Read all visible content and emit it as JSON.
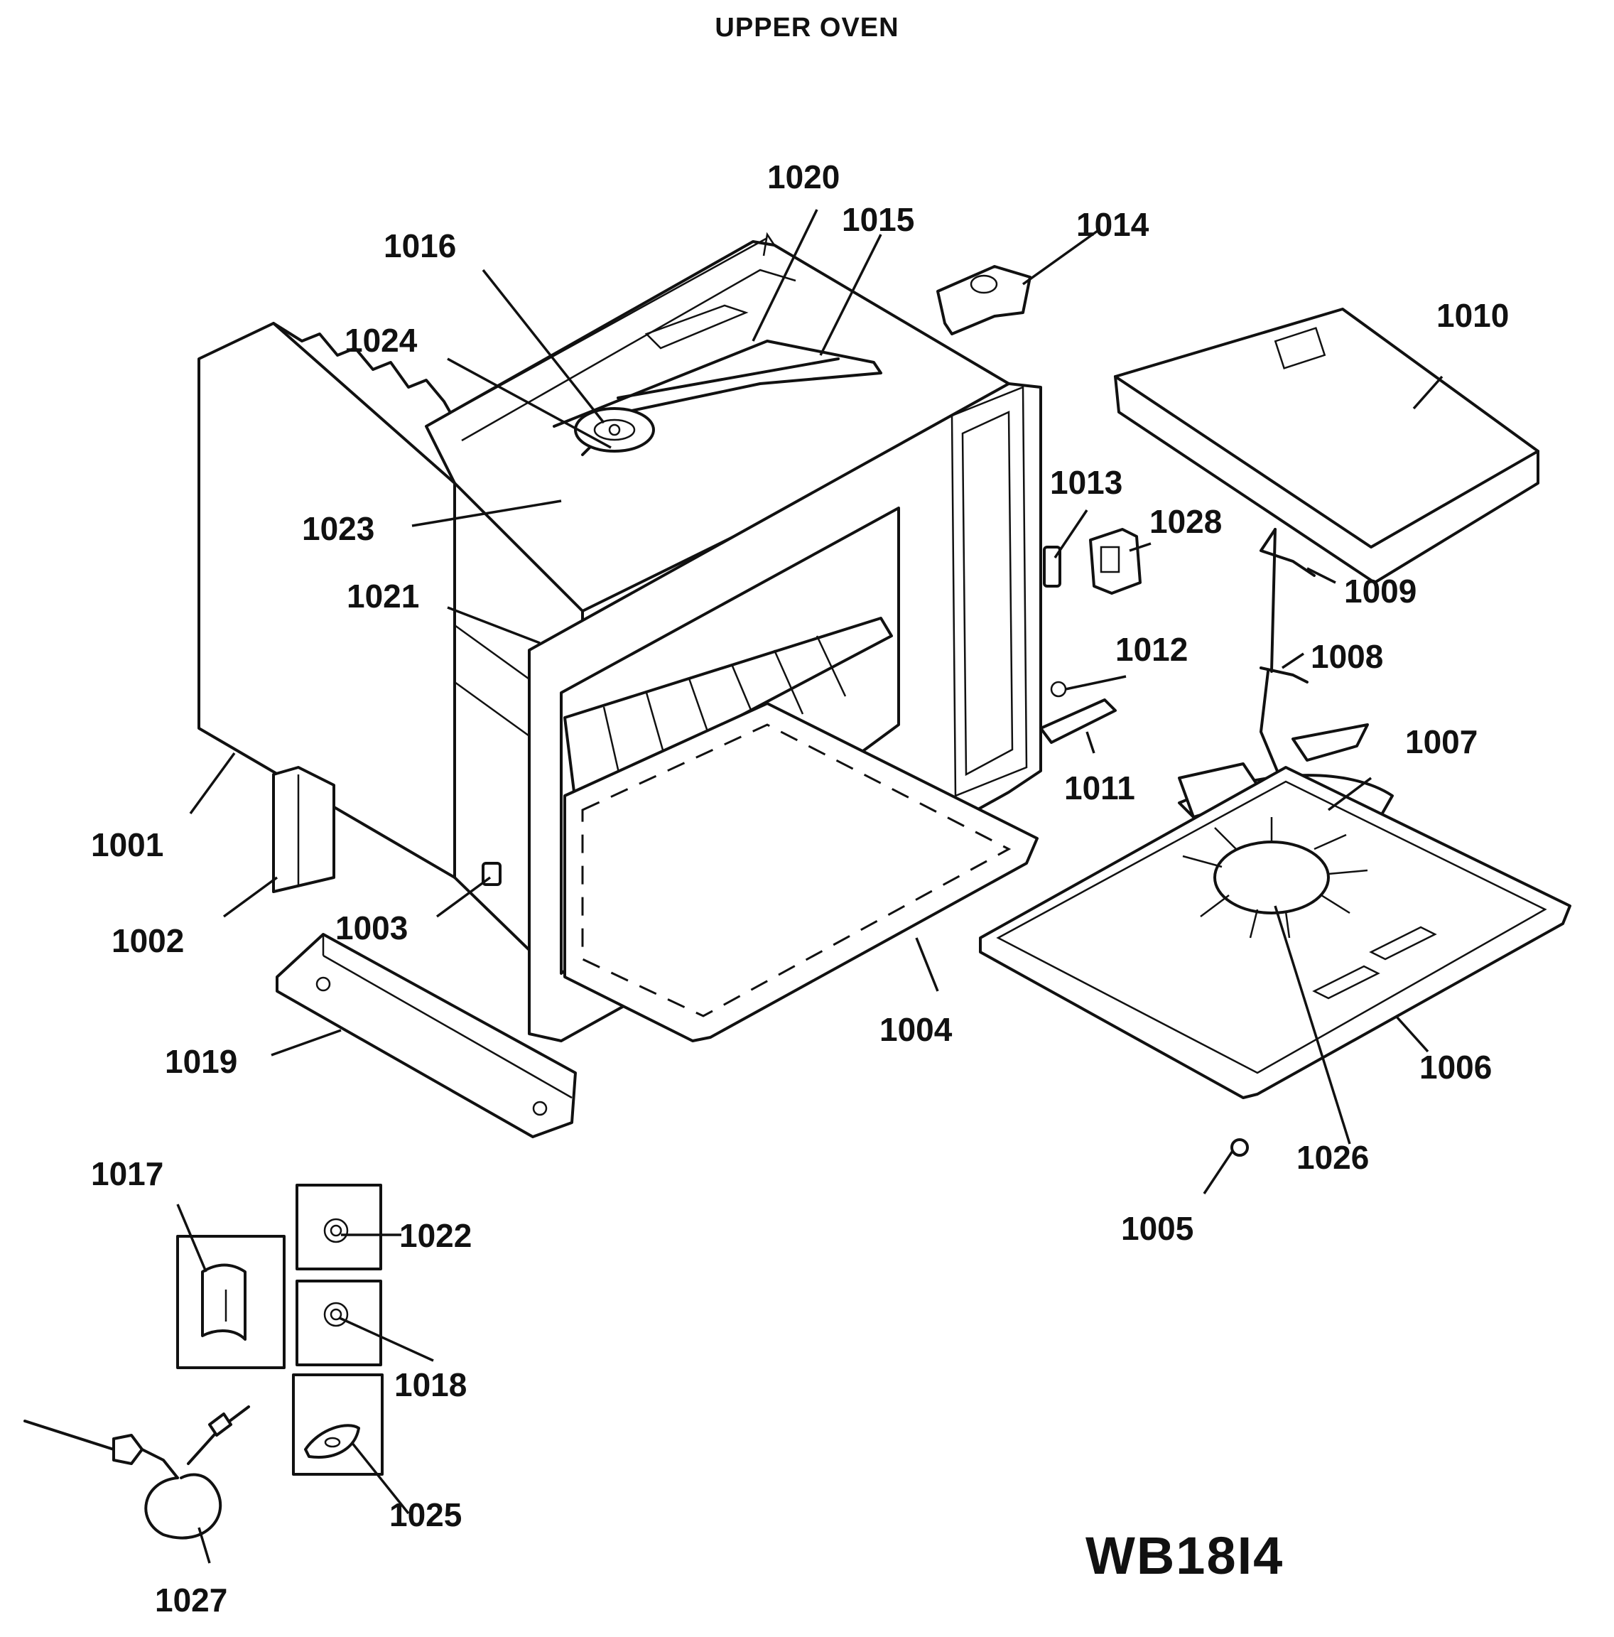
{
  "title": "UPPER OVEN",
  "model_code": "WB18I4",
  "callouts": [
    {
      "id": "c1001",
      "label": "1001"
    },
    {
      "id": "c1002",
      "label": "1002"
    },
    {
      "id": "c1003",
      "label": "1003"
    },
    {
      "id": "c1004",
      "label": "1004"
    },
    {
      "id": "c1005",
      "label": "1005"
    },
    {
      "id": "c1006",
      "label": "1006"
    },
    {
      "id": "c1007",
      "label": "1007"
    },
    {
      "id": "c1008",
      "label": "1008"
    },
    {
      "id": "c1009",
      "label": "1009"
    },
    {
      "id": "c1010",
      "label": "1010"
    },
    {
      "id": "c1011",
      "label": "1011"
    },
    {
      "id": "c1012",
      "label": "1012"
    },
    {
      "id": "c1013",
      "label": "1013"
    },
    {
      "id": "c1014",
      "label": "1014"
    },
    {
      "id": "c1015",
      "label": "1015"
    },
    {
      "id": "c1016",
      "label": "1016"
    },
    {
      "id": "c1017",
      "label": "1017"
    },
    {
      "id": "c1018",
      "label": "1018"
    },
    {
      "id": "c1019",
      "label": "1019"
    },
    {
      "id": "c1020",
      "label": "1020"
    },
    {
      "id": "c1021",
      "label": "1021"
    },
    {
      "id": "c1022",
      "label": "1022"
    },
    {
      "id": "c1023",
      "label": "1023"
    },
    {
      "id": "c1024",
      "label": "1024"
    },
    {
      "id": "c1025",
      "label": "1025"
    },
    {
      "id": "c1026",
      "label": "1026"
    },
    {
      "id": "c1027",
      "label": "1027"
    },
    {
      "id": "c1028",
      "label": "1028"
    }
  ]
}
